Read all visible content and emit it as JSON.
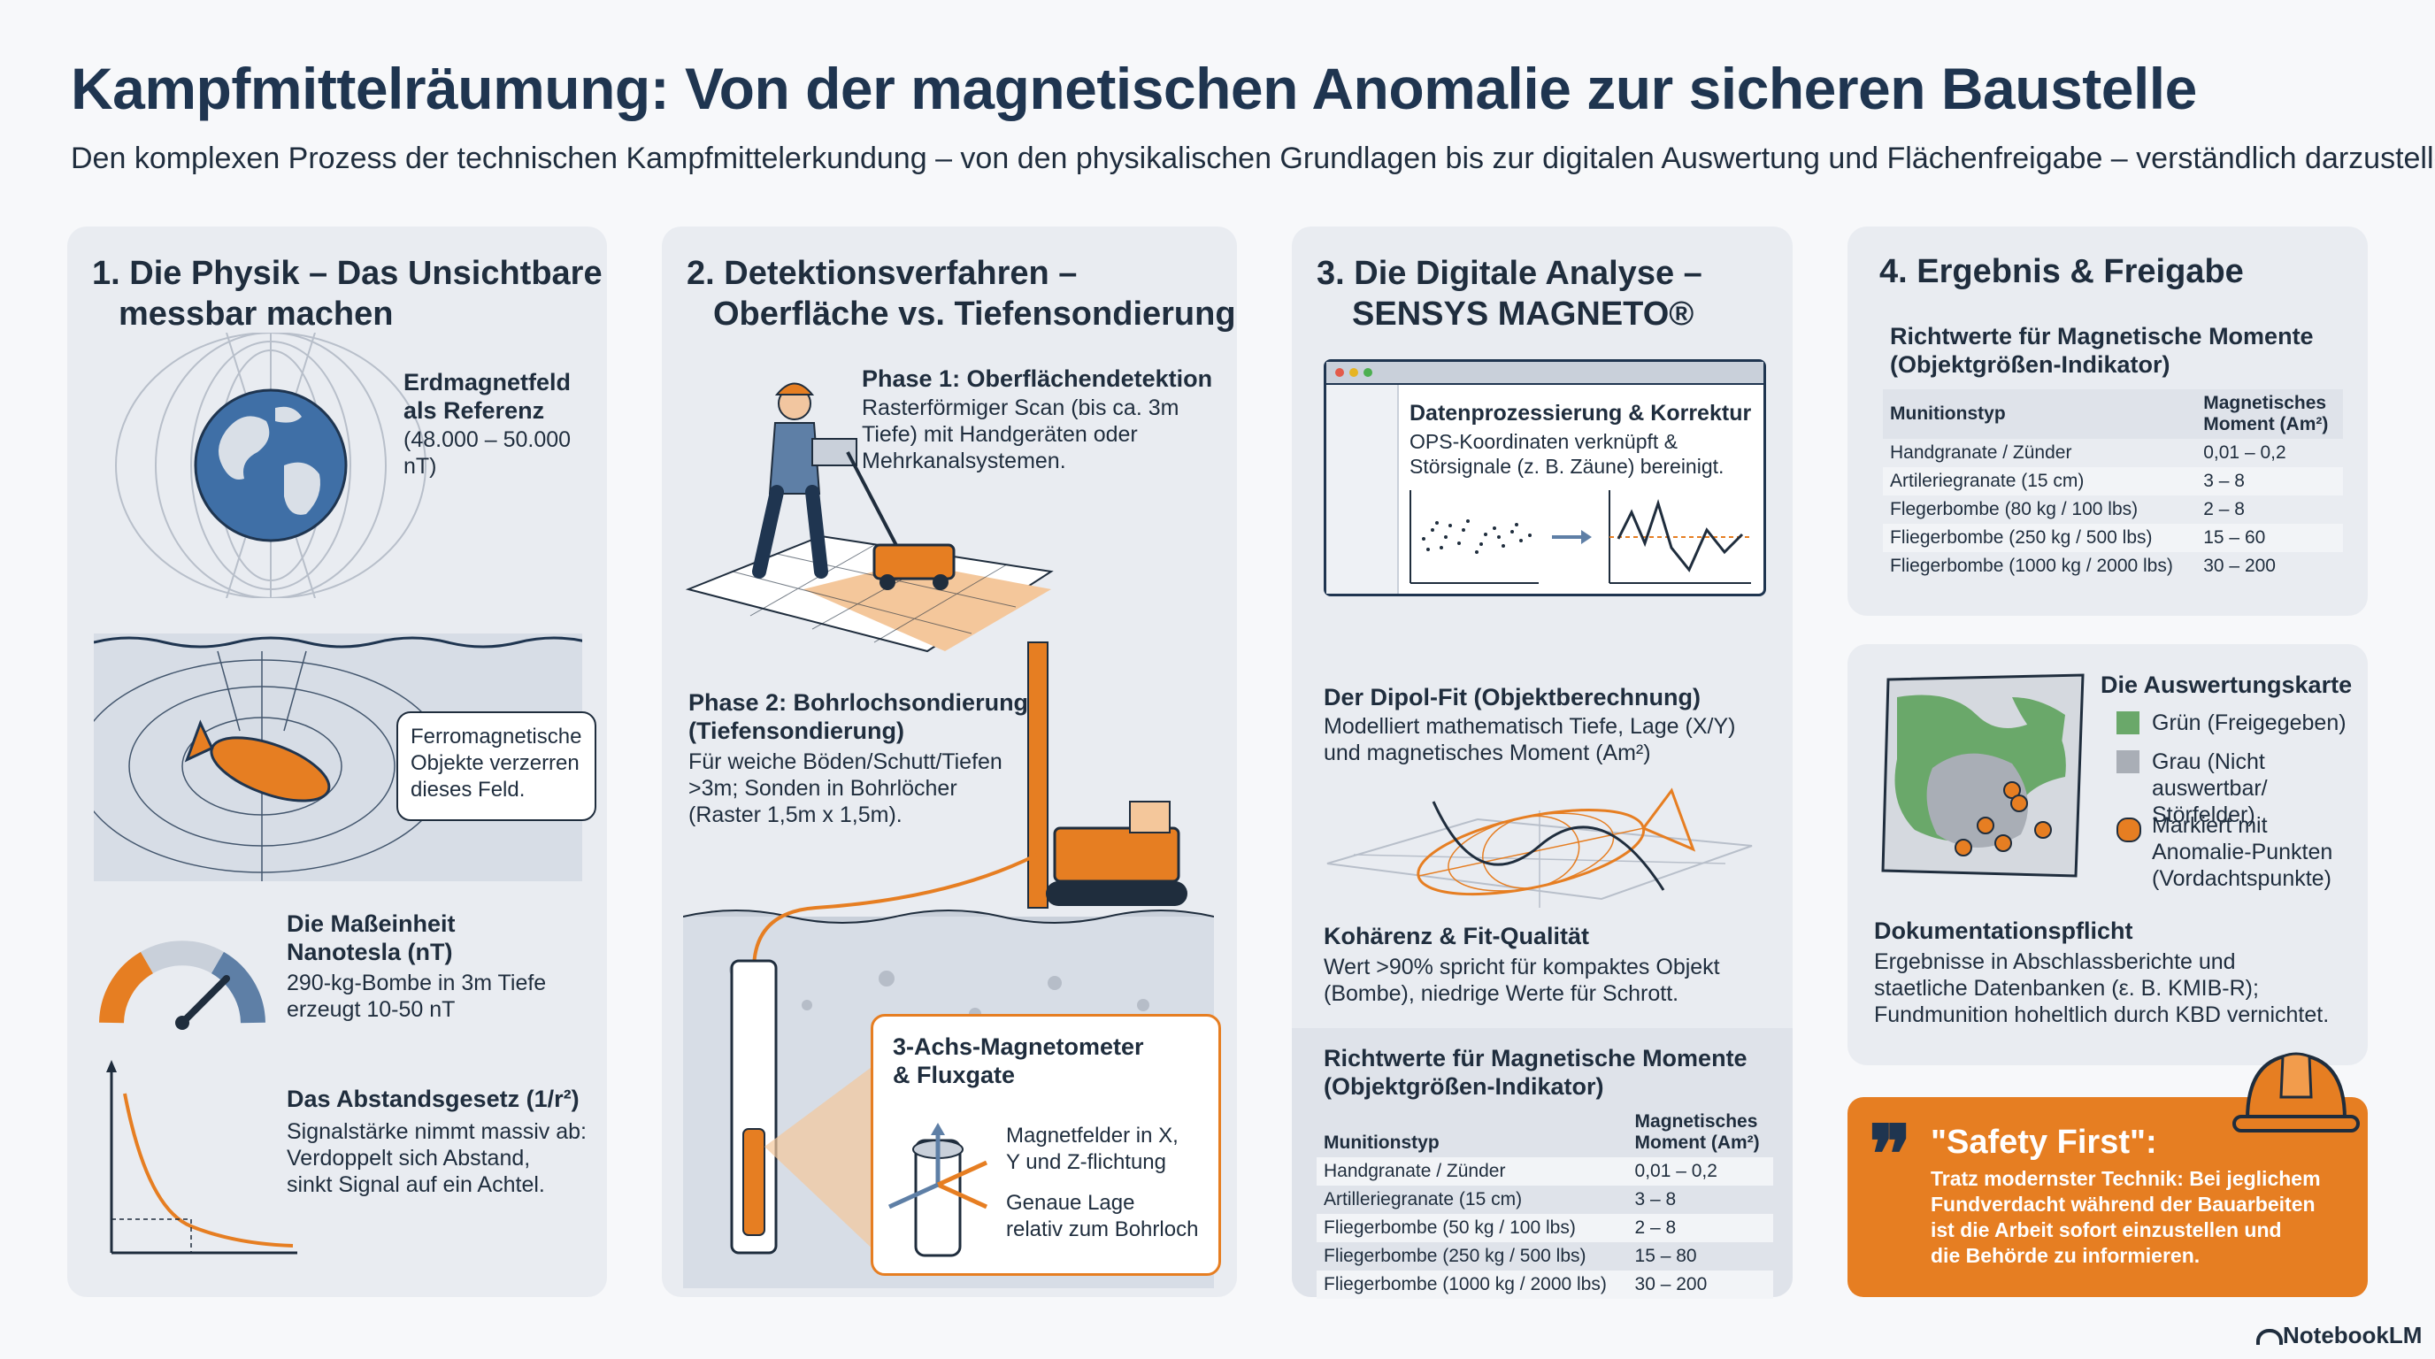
{
  "header": {
    "title": "Kampfmittelräumung: Von der magnetischen Anomalie zur sicheren Baustelle",
    "subtitle": "Den komplexen Prozess der technischen Kampfmittelerkundung – von den physikalischen Grundlagen bis zur digitalen Auswertung und Flächenfreigabe – verständlich darzustellen."
  },
  "panel1": {
    "title_l1": "1. Die Physik – Das Unsichtbare",
    "title_l2": "messbar machen",
    "earth_h_l1": "Erdmagnetfeld",
    "earth_h_l2": "als Referenz",
    "earth_v": "(48.000 – 50.000 nT)",
    "ferro_l1": "Ferromagnetische",
    "ferro_l2": "Objekte verzerren",
    "ferro_l3": "dieses Feld.",
    "unit_h_l1": "Die Maßeinheit",
    "unit_h_l2": "Nanotesla (nT)",
    "unit_t_l1": "290-kg-Bombe in 3m Tiefe",
    "unit_t_l2": "erzeugt 10-50 nT",
    "law_h": "Das Abstandsgesetz (1/r²)",
    "law_t_l1": "Signalstärke nimmt massiv ab:",
    "law_t_l2": "Verdoppelt sich Abstand,",
    "law_t_l3": "sinkt Signal auf ein Achtel."
  },
  "panel2": {
    "title_l1": "2. Detektionsverfahren –",
    "title_l2": "Oberfläche vs. Tiefensondierung",
    "p1_h": "Phase 1: Oberflächendetektion",
    "p1_l1": "Rasterförmiger Scan (bis ca. 3m",
    "p1_l2": "Tiefe) mit Handgeräten oder",
    "p1_l3": "Mehrkanalsystemen.",
    "p2_h_l1": "Phase 2: Bohrlochsondierung",
    "p2_h_l2": "(Tiefensondierung)",
    "p2_l1": "Für weiche Böden/Schutt/Tiefen",
    "p2_l2": ">3m; Sonden in Bohrlöcher",
    "p2_l3": "(Raster 1,5m x 1,5m).",
    "mag_h_l1": "3-Achs-Magnetometer",
    "mag_h_l2": "& Fluxgate",
    "mag_t1_l1": "Magnetfelder in X,",
    "mag_t1_l2": "Y und Z-flichtung",
    "mag_t2_l1": "Genaue Lage",
    "mag_t2_l2": "relativ zum Bohrloch"
  },
  "panel3": {
    "title_l1": "3. Die Digitale Analyse –",
    "title_l2": "SENSYS MAGNETO®",
    "dp_h": "Datenprozessierung & Korrektur",
    "dp_l1": "OPS-Koordinaten verknüpft &",
    "dp_l2": "Störsignale (z. B. Zäune) bereinigt.",
    "dip_h": "Der Dipol-Fit (Objektberechnung)",
    "dip_l1": "Modelliert mathematisch Tiefe, Lage (X/Y)",
    "dip_l2": "und magnetisches Moment (Am²)",
    "koh_h": "Kohärenz & Fit-Qualität",
    "koh_l1": "Wert >90% spricht für kompaktes Objekt",
    "koh_l2": "(Bombe), niedrige Werte für Schrott.",
    "table_h_l1": "Richtwerte für Magnetische Momente",
    "table_h_l2": "(Objektgrößen-Indikator)",
    "col1": "Munitionstyp",
    "col2_l1": "Magnetisches",
    "col2_l2": "Moment (Am²)",
    "rows": [
      {
        "type": "Handgranate / Zünder",
        "moment": "0,01 – 0,2"
      },
      {
        "type": "Artilleriegranate (15 cm)",
        "moment": "3 – 8"
      },
      {
        "type": "Fliegerbombe (50 kg / 100 lbs)",
        "moment": "2 – 8"
      },
      {
        "type": "Fliegerbombe (250 kg / 500 lbs)",
        "moment": "15 – 80"
      },
      {
        "type": "Fliegerbombe (1000 kg / 2000 lbs)",
        "moment": "30 – 200"
      }
    ]
  },
  "panel4": {
    "title": "4. Ergebnis & Freigabe",
    "table_h_l1": "Richtwerte für Magnetische Momente",
    "table_h_l2": "(Objektgrößen-Indikator)",
    "col1": "Munitionstyp",
    "col2_l1": "Magnetisches",
    "col2_l2": "Moment (Am²)",
    "rows": [
      {
        "type": "Handgranate / Zünder",
        "moment": "0,01 – 0,2"
      },
      {
        "type": "Artileriegranate (15 cm)",
        "moment": "3 – 8"
      },
      {
        "type": "Flegerbombe (80 kg / 100 lbs)",
        "moment": "2 – 8"
      },
      {
        "type": "Fliegerbombe (250 kg / 500 lbs)",
        "moment": "15 – 60"
      },
      {
        "type": "Fliegerbombe (1000 kg / 2000 lbs)",
        "moment": "30 – 200"
      }
    ],
    "map_h": "Die Auswertungskarte",
    "legend_green": "Grün (Freigegeben)",
    "legend_grey_l1": "Grau (Nicht auswertbar/",
    "legend_grey_l2": "Störfelder)",
    "legend_orange_l1": "Markiert mit",
    "legend_orange_l2": "Anomalie-Punkten",
    "legend_orange_l3": "(Vordachtspunkte)",
    "doc_h": "Dokumentationspflicht",
    "doc_l1": "Ergebnisse in Abschlassberichte und",
    "doc_l2": "staetliche Datenbanken (ε. B. KMIB-R);",
    "doc_l3": "Fundmunition hoheltlich durch KBD vernichtet.",
    "safety_h": "\"Safety First\":",
    "safety_l1": "Tratz modernster Technik: Bei jeglichem",
    "safety_l2": "Fundverdacht während der Bauarbeiten",
    "safety_l3": "ist die Arbeit sofort einzustellen und",
    "safety_l4": "die Behörde zu informieren."
  },
  "footer": {
    "brand": "NotebookLM"
  },
  "colors": {
    "accent": "#e67e22",
    "dark": "#1f3550",
    "panel": "#e9ecf1",
    "green": "#6aa86a",
    "grey": "#a9aeb6"
  }
}
